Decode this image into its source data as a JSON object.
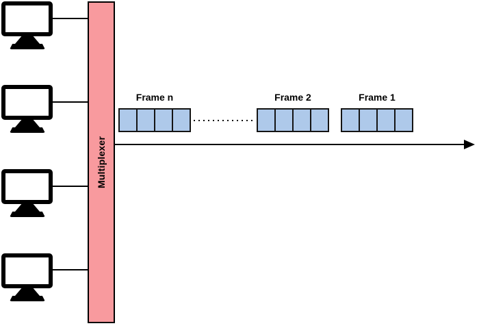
{
  "diagram": {
    "multiplexer": {
      "label": "Multiplexer"
    },
    "frames": [
      {
        "label": "Frame n",
        "slot_count": 4
      },
      {
        "label": "Frame 2",
        "slot_count": 4
      },
      {
        "label": "Frame 1",
        "slot_count": 4
      }
    ],
    "computers": {
      "count": 4
    },
    "colors": {
      "multiplexer_fill": "#F89A9E",
      "frame_cell_fill": "#AEC9EA",
      "stroke": "#000000"
    }
  }
}
